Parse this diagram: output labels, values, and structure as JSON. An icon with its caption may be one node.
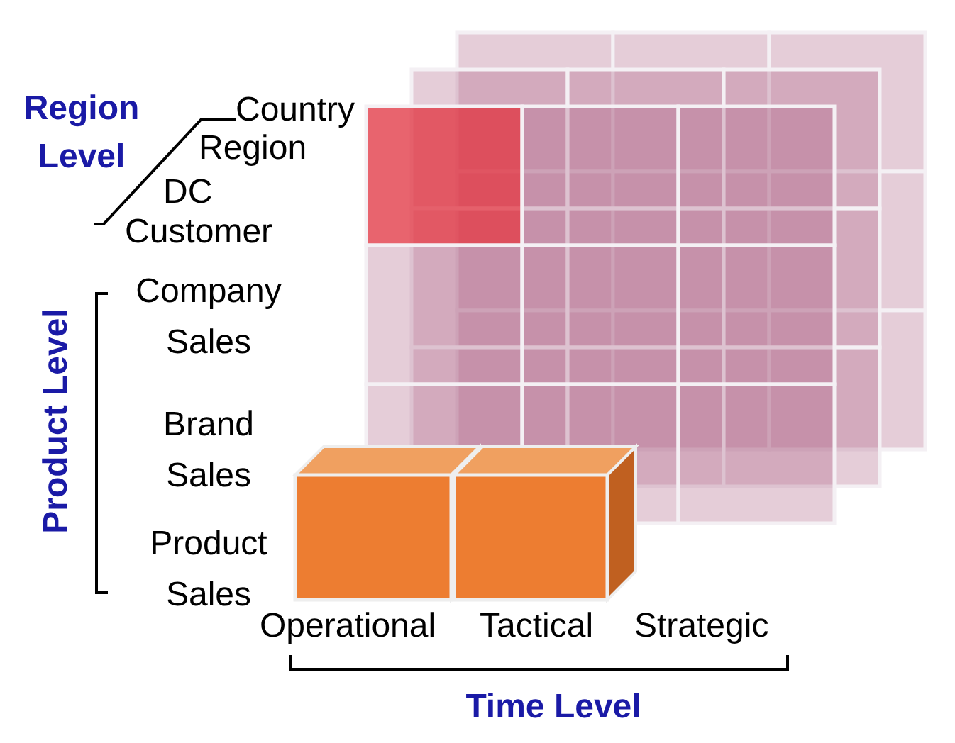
{
  "diagram": {
    "labels": [
      "Region Level",
      "Country",
      "Region",
      "DC",
      "Customer",
      "Product Level",
      "Company Sales",
      "Brand Sales",
      "Product Sales",
      "Operational",
      "Tactical",
      "Strategic",
      "Time Level"
    ]
  }
}
